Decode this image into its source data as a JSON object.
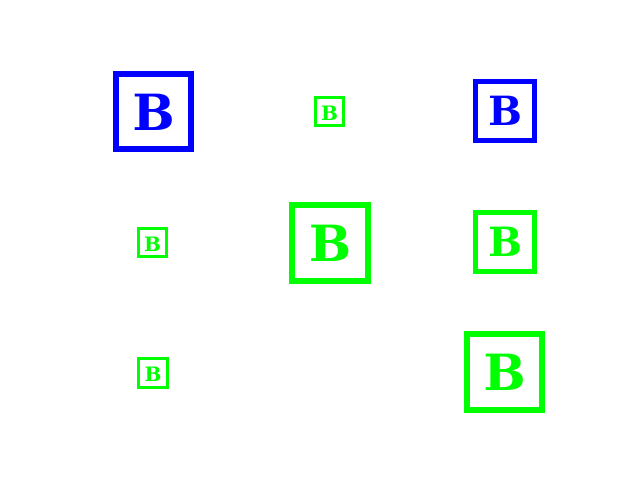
{
  "tiles": [
    {
      "id": "t1",
      "letter": "B",
      "color": "#0000ff"
    },
    {
      "id": "t2",
      "letter": "B",
      "color": "#00ff00"
    },
    {
      "id": "t3",
      "letter": "B",
      "color": "#0000ff"
    },
    {
      "id": "t4",
      "letter": "B",
      "color": "#00ff00"
    },
    {
      "id": "t5",
      "letter": "B",
      "color": "#00ff00"
    },
    {
      "id": "t6",
      "letter": "B",
      "color": "#00ff00"
    },
    {
      "id": "t7",
      "letter": "B",
      "color": "#00ff00"
    },
    {
      "id": "t8",
      "letter": "B",
      "color": "#00ff00"
    }
  ]
}
